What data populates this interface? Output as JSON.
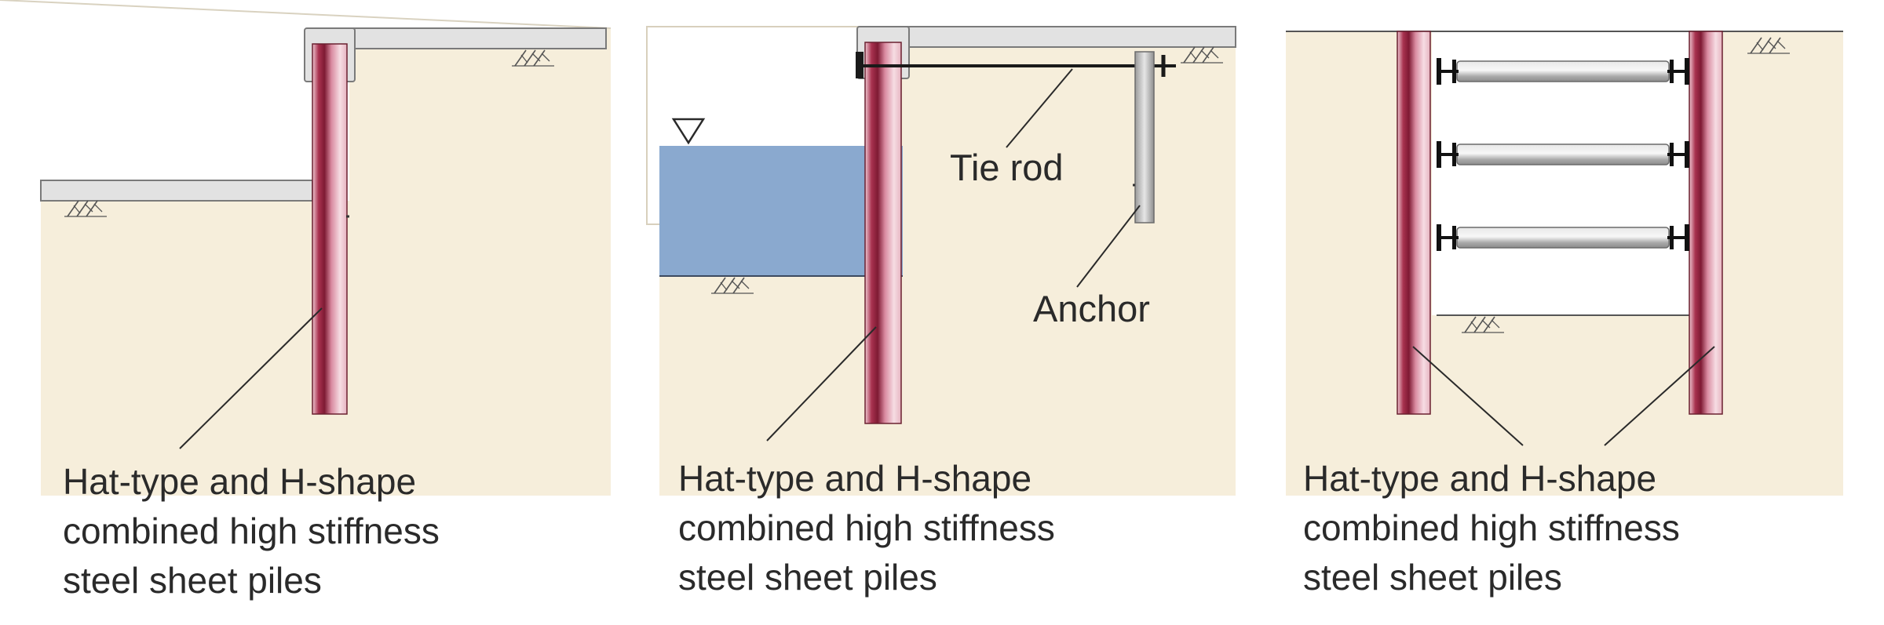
{
  "colors": {
    "soil": "#f6eedb",
    "slab": "#e2e2e2",
    "slab_edge": "#7a7a7a",
    "water": "#8aa9cf",
    "pile_dark": "#7e1a33",
    "pile_light": "#f4d4dc",
    "strut": "#b9b9b9",
    "line": "#2a2a2a"
  },
  "icons": [
    "ground-hatch-icon",
    "water-level-triangle-icon"
  ],
  "panels": [
    {
      "name": "cantilever-wall",
      "caption": [
        "Hat-type and H-shape",
        "combined high stiffness",
        "steel sheet piles"
      ]
    },
    {
      "name": "anchored-quay-wall",
      "caption": [
        "Hat-type and H-shape",
        "combined high stiffness",
        "steel sheet piles"
      ],
      "tie_rod_label": "Tie rod",
      "anchor_label": "Anchor"
    },
    {
      "name": "strutted-excavation",
      "caption": [
        "Hat-type and H-shape",
        "combined high stiffness",
        "steel sheet piles"
      ]
    }
  ]
}
